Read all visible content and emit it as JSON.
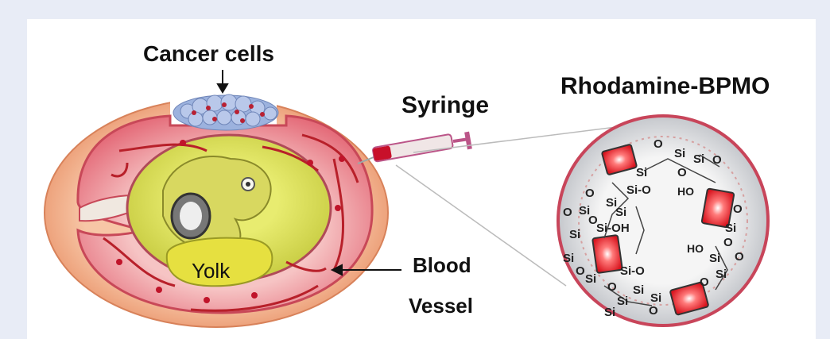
{
  "labels": {
    "cancer_cells": "Cancer cells",
    "syringe": "Syringe",
    "rhodamine_bpmo": "Rhodamine-BPMO",
    "yolk": "Yolk",
    "blood_line1": "Blood",
    "blood_line2": "Vessel"
  },
  "nanoparticle_labels": {
    "si": "Si",
    "o": "O",
    "si_o": "Si-O",
    "si_oh": "Si-OH",
    "ho": "HO"
  },
  "colors": {
    "background": "#e8ecf6",
    "shell": "#f4b896",
    "membrane": "#e86c7a",
    "embryo_fluid": "#d9e65a",
    "yolk": "#e6e040",
    "vessel": "#b8202a",
    "cancer": "#8aa4d6",
    "rhodamine": "#e8202a"
  }
}
